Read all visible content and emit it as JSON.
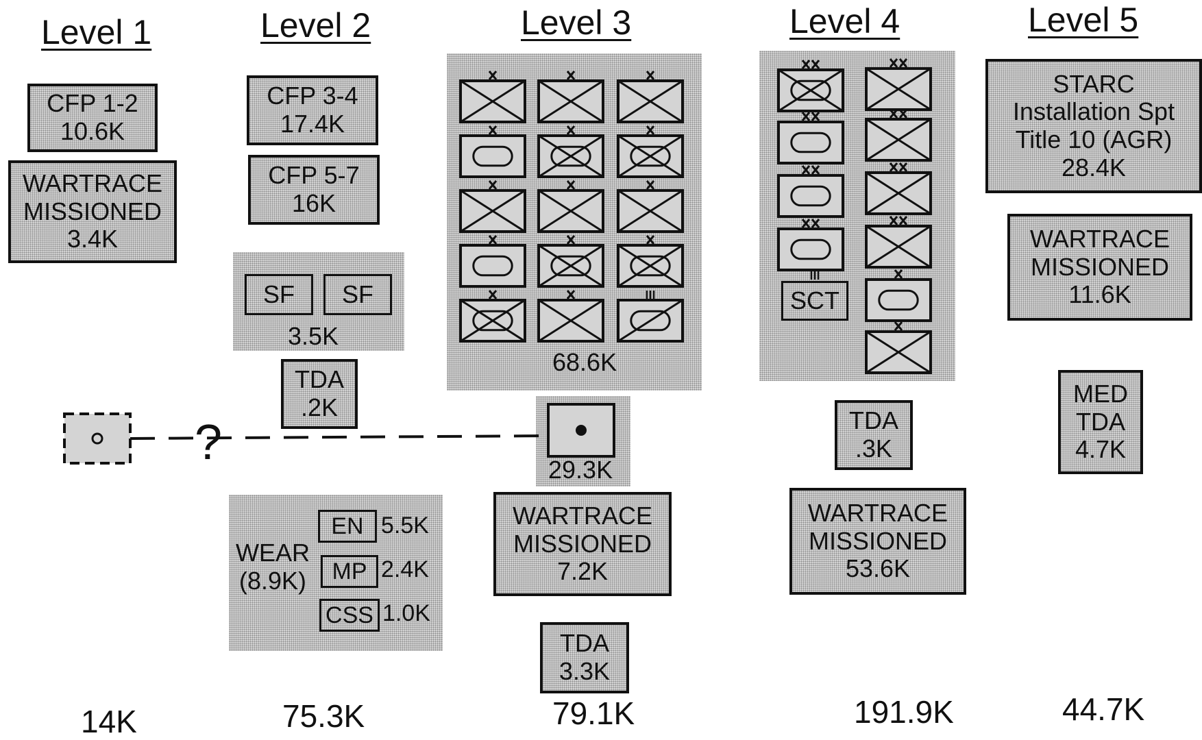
{
  "levels": [
    "Level 1",
    "Level 2",
    "Level 3",
    "Level 4",
    "Level 5"
  ],
  "totals": [
    "14K",
    "75.3K",
    "79.1K",
    "191.9K",
    "44.7K"
  ],
  "level1": {
    "cfp": [
      "CFP 1-2",
      "10.6K"
    ],
    "wartrace": [
      "WARTRACE",
      "MISSIONED",
      "3.4K"
    ],
    "question_mark": "?"
  },
  "level2": {
    "cfp_a": [
      "CFP 3-4",
      "17.4K"
    ],
    "cfp_b": [
      "CFP 5-7",
      "16K"
    ],
    "sf_labels": [
      "SF",
      "SF"
    ],
    "sf_total": "3.5K",
    "tda": [
      "TDA",
      ".2K"
    ],
    "wear": {
      "label": [
        "WEAR",
        "(8.9K)"
      ],
      "items": [
        {
          "tag": "EN",
          "value": "5.5K"
        },
        {
          "tag": "MP",
          "value": "2.4K"
        },
        {
          "tag": "CSS",
          "value": "1.0K"
        }
      ]
    }
  },
  "level3": {
    "units_total": "68.6K",
    "hq_total": "29.3K",
    "wartrace": [
      "WARTRACE",
      "MISSIONED",
      "7.2K"
    ],
    "tda": [
      "TDA",
      "3.3K"
    ]
  },
  "level4": {
    "sct_label": "SCT",
    "tda": [
      "TDA",
      ".3K"
    ],
    "wartrace": [
      "WARTRACE",
      "MISSIONED",
      "53.6K"
    ]
  },
  "level5": {
    "starc": [
      "STARC",
      "Installation Spt",
      "Title 10 (AGR)",
      "28.4K"
    ],
    "wartrace": [
      "WARTRACE",
      "MISSIONED",
      "11.6K"
    ],
    "med": [
      "MED",
      "TDA",
      "4.7K"
    ]
  },
  "symbols": {
    "level3": [
      [
        "infantry-brigade",
        "infantry-brigade",
        "infantry-brigade"
      ],
      [
        "armor-brigade",
        "mech-infantry-brigade",
        "mech-infantry-brigade"
      ],
      [
        "infantry-brigade",
        "infantry-brigade",
        "infantry-brigade"
      ],
      [
        "armor-brigade",
        "mech-infantry-brigade",
        "mech-infantry-brigade"
      ],
      [
        "mech-infantry-brigade",
        "infantry-brigade",
        "armored-cavalry-regiment"
      ]
    ],
    "level4_left": [
      "mech-infantry-division",
      "armor-division",
      "armor-division",
      "armor-division",
      "cavalry-squadron"
    ],
    "level4_right": [
      "infantry-division",
      "infantry-division",
      "infantry-division",
      "infantry-division",
      "armor-brigade",
      "infantry-brigade"
    ]
  }
}
